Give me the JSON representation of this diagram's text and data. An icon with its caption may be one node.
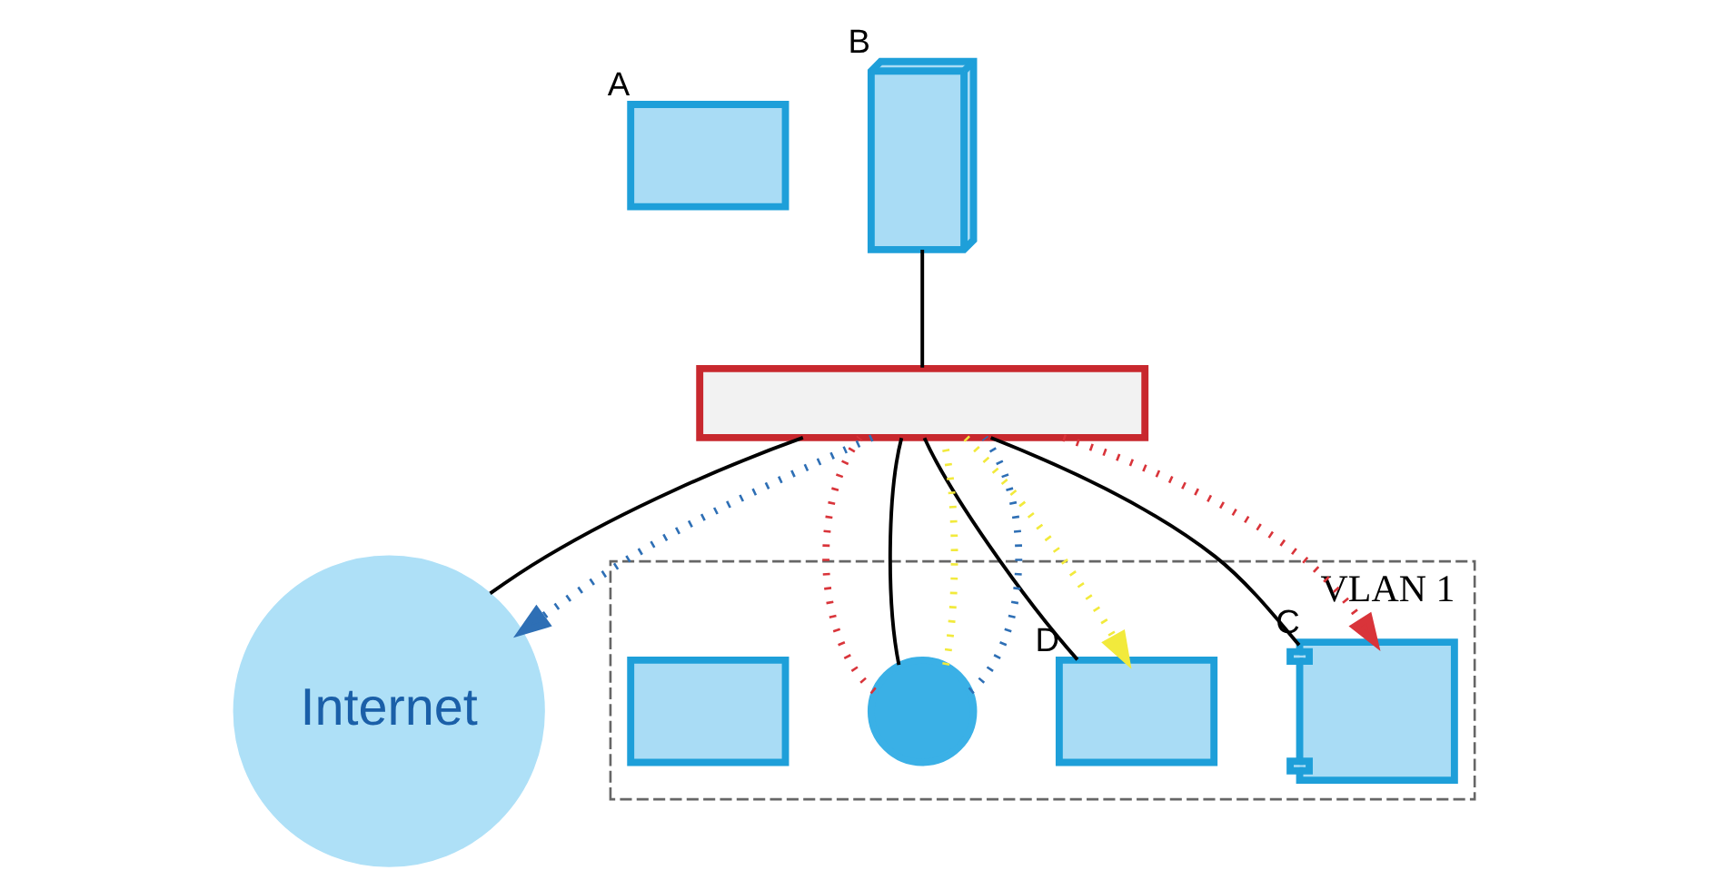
{
  "diagram": {
    "nodes": [
      {
        "text": [],
        "shape": "laptop",
        "beside": [
          "A"
        ]
      },
      {
        "text": [],
        "shape": "server",
        "beside": [
          "B"
        ]
      },
      {
        "text": [],
        "shape": "box"
      },
      {
        "text": [
          "Internet"
        ]
      },
      {
        "text": [
          "VLAN 1"
        ]
      },
      {
        "text": [],
        "shape": "printer",
        "beside": [
          "C"
        ],
        "in": 4
      },
      {
        "text": [],
        "shape": "monitor",
        "beside": [
          "D"
        ],
        "in": 4
      },
      {
        "text": [],
        "shape": "circle",
        "in": 4
      },
      {
        "text": [],
        "shape": "laptop",
        "in": 4
      }
    ],
    "edges": [
      {
        "from": 1,
        "to": 2,
        "arrow": "none"
      },
      {
        "from": 2,
        "to": 3,
        "arrow": "none"
      },
      {
        "from": 2,
        "to": 3,
        "arrow": "to",
        "style": "dashed",
        "color": "#2e6fb5"
      },
      {
        "from": 2,
        "to": 5,
        "arrow": "none"
      },
      {
        "from": 2,
        "to": 5,
        "arrow": "to",
        "style": "dashed",
        "color": "#d9343a"
      },
      {
        "from": 2,
        "to": 6,
        "arrow": "none"
      },
      {
        "from": 2,
        "to": 6,
        "arrow": "to",
        "style": "dashed",
        "color": "#f2ea3c"
      },
      {
        "from": 2,
        "to": 7,
        "arrow": "none"
      },
      {
        "from": 7,
        "to": 2,
        "arrow": "none",
        "style": "dashed",
        "color": "#d9343a"
      },
      {
        "from": 7,
        "to": 2,
        "arrow": "none",
        "style": "dashed",
        "color": "#f2ea3c"
      },
      {
        "from": 7,
        "to": 2,
        "arrow": "none",
        "style": "dashed",
        "color": "#2e6fb5"
      }
    ]
  }
}
